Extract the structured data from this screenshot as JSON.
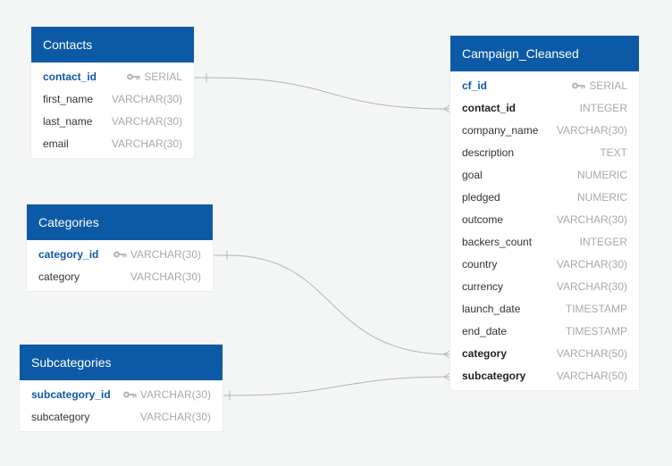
{
  "tables": {
    "contacts": {
      "title": "Contacts",
      "fields": [
        {
          "name": "contact_id",
          "type": "SERIAL"
        },
        {
          "name": "first_name",
          "type": "VARCHAR(30)"
        },
        {
          "name": "last_name",
          "type": "VARCHAR(30)"
        },
        {
          "name": "email",
          "type": "VARCHAR(30)"
        }
      ]
    },
    "categories": {
      "title": "Categories",
      "fields": [
        {
          "name": "category_id",
          "type": "VARCHAR(30)"
        },
        {
          "name": "category",
          "type": "VARCHAR(30)"
        }
      ]
    },
    "subcategories": {
      "title": "Subcategories",
      "fields": [
        {
          "name": "subcategory_id",
          "type": "VARCHAR(30)"
        },
        {
          "name": "subcategory",
          "type": "VARCHAR(30)"
        }
      ]
    },
    "campaign": {
      "title": "Campaign_Cleansed",
      "fields": [
        {
          "name": "cf_id",
          "type": "SERIAL"
        },
        {
          "name": "contact_id",
          "type": "INTEGER"
        },
        {
          "name": "company_name",
          "type": "VARCHAR(30)"
        },
        {
          "name": "description",
          "type": "TEXT"
        },
        {
          "name": "goal",
          "type": "NUMERIC"
        },
        {
          "name": "pledged",
          "type": "NUMERIC"
        },
        {
          "name": "outcome",
          "type": "VARCHAR(30)"
        },
        {
          "name": "backers_count",
          "type": "INTEGER"
        },
        {
          "name": "country",
          "type": "VARCHAR(30)"
        },
        {
          "name": "currency",
          "type": "VARCHAR(30)"
        },
        {
          "name": "launch_date",
          "type": "TIMESTAMP"
        },
        {
          "name": "end_date",
          "type": "TIMESTAMP"
        },
        {
          "name": "category",
          "type": "VARCHAR(50)"
        },
        {
          "name": "subcategory",
          "type": "VARCHAR(50)"
        }
      ]
    }
  },
  "colors": {
    "header": "#0c5aa6",
    "primary_key_text": "#0c5aa6",
    "type_text": "#a9a9a9",
    "link_line": "#b5b5b5",
    "background": "#f4f5f5"
  },
  "icons": {
    "primary_key": "key-icon",
    "relation_one": "one-marker",
    "relation_many": "crow-foot-marker"
  }
}
